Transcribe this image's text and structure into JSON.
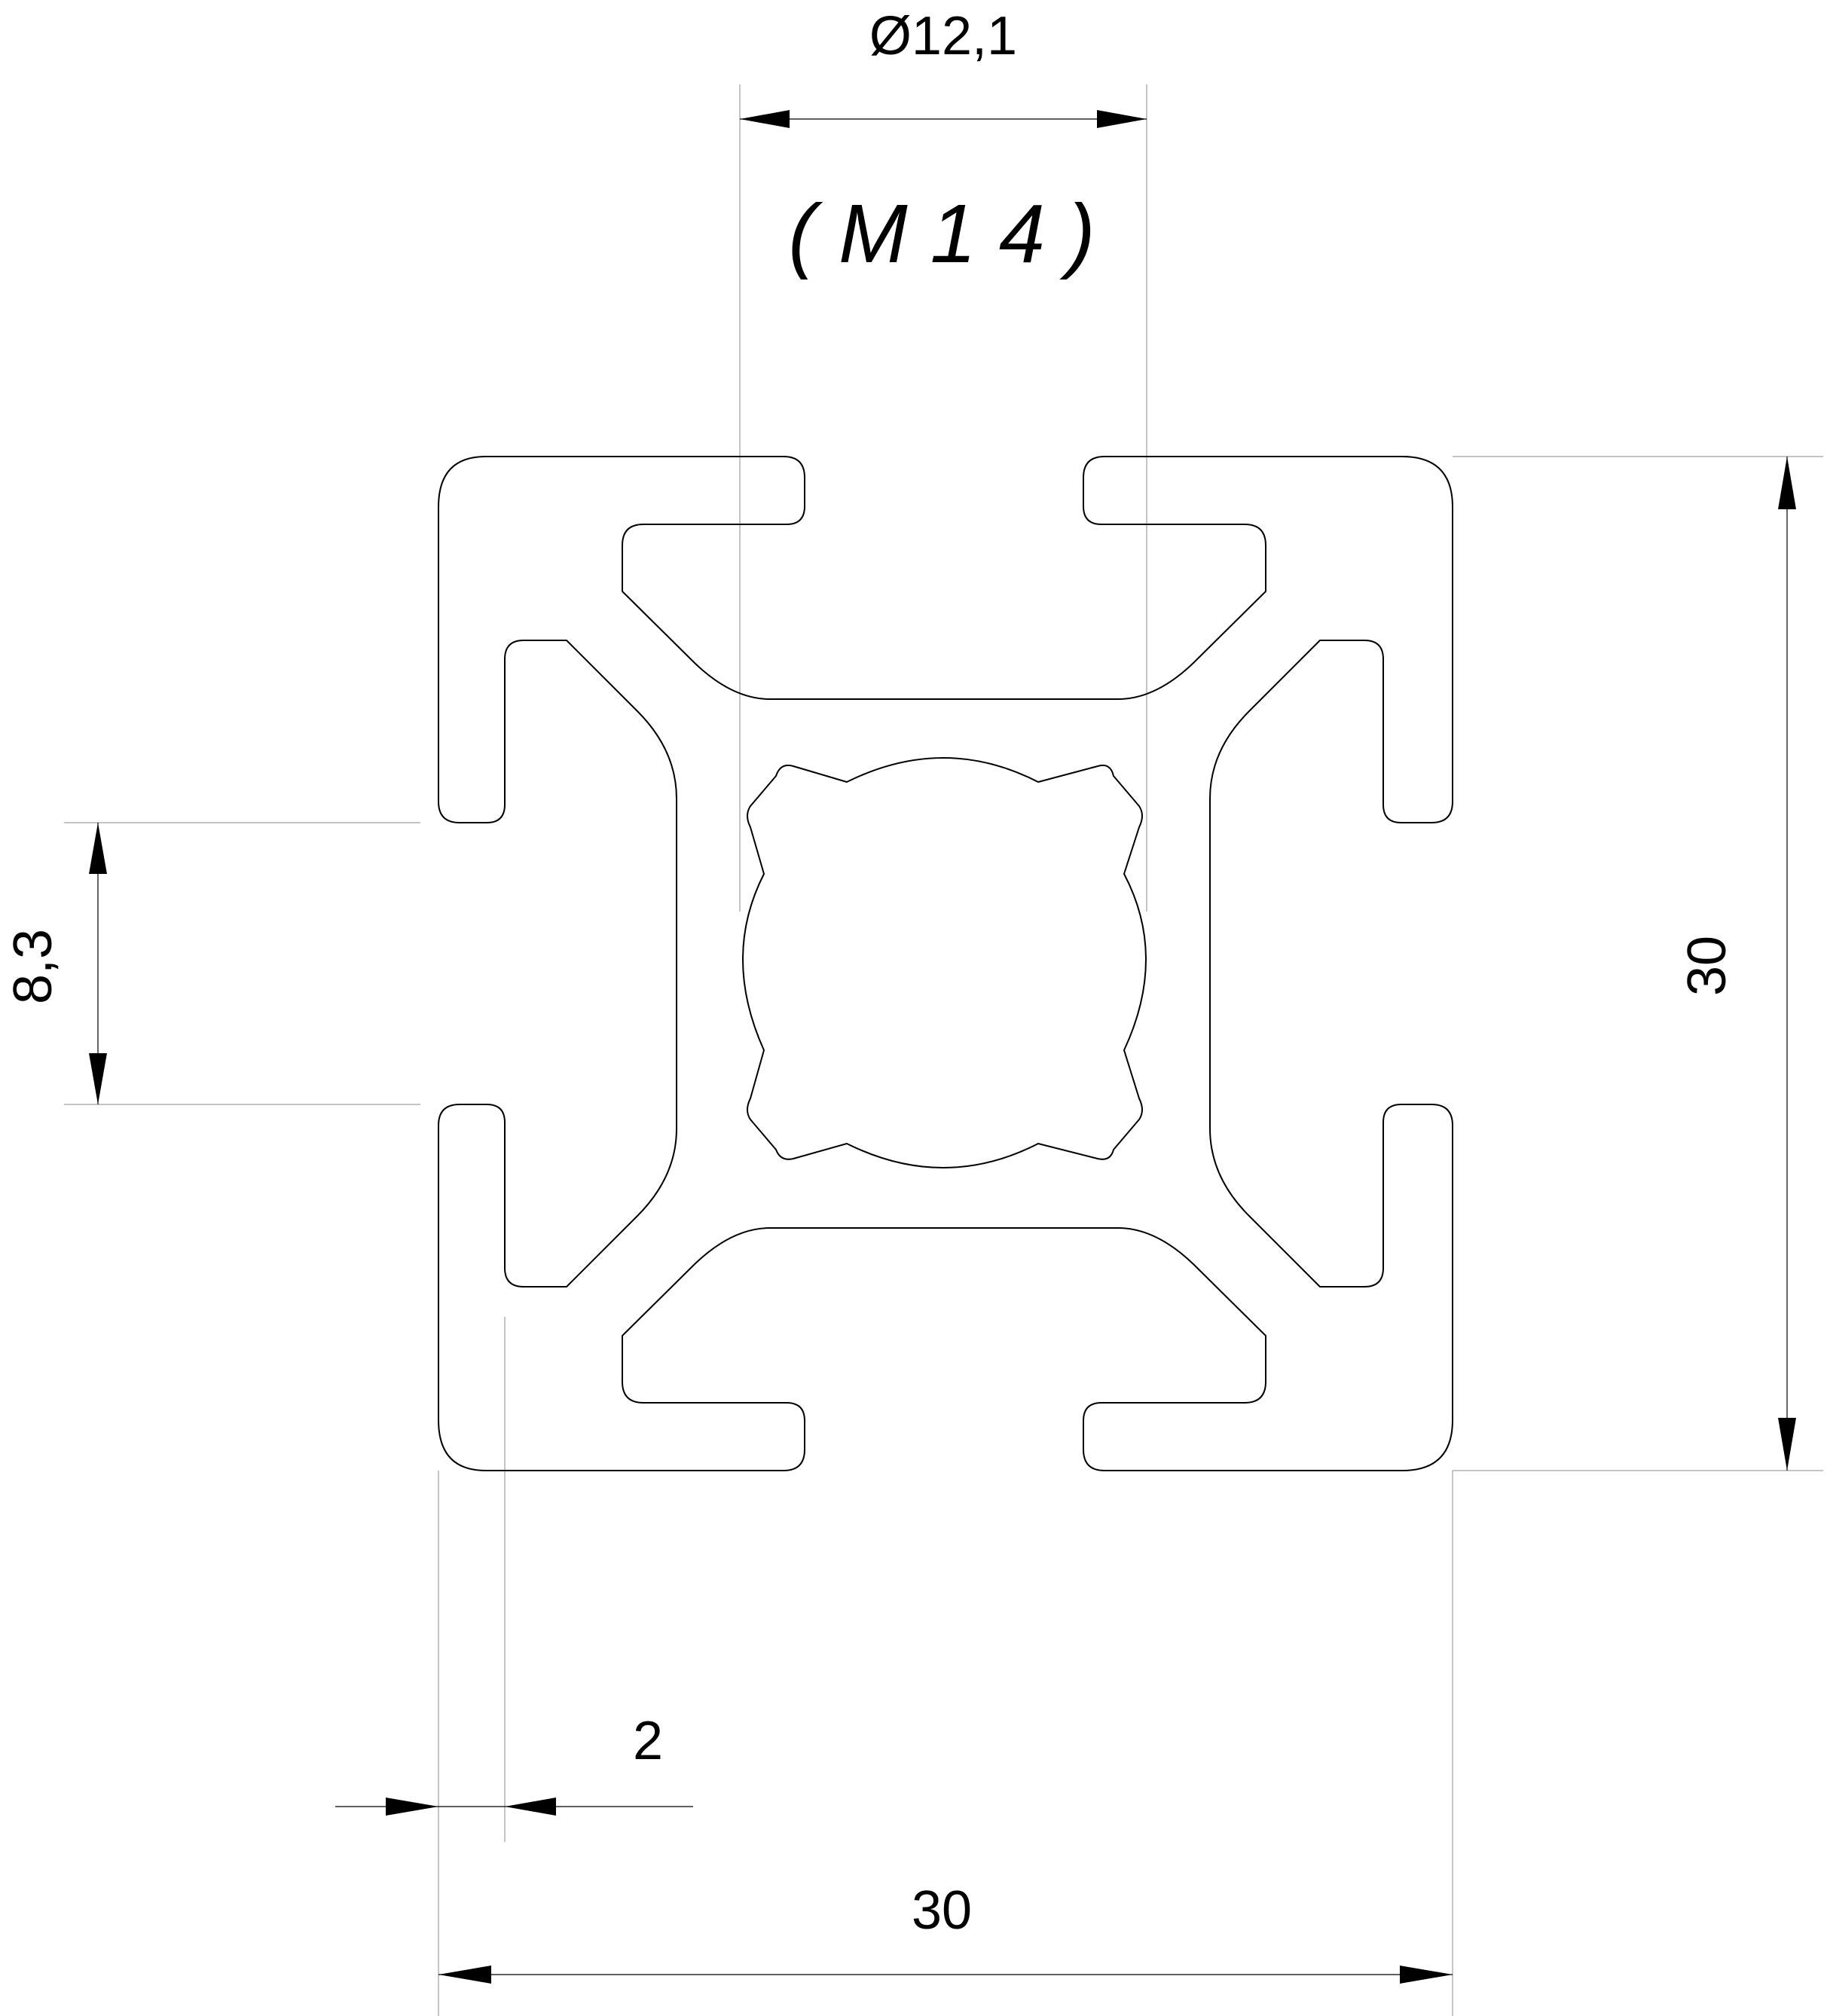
{
  "drawing": {
    "title": "(M14)",
    "dimensions": {
      "top_diameter": "Ø12,1",
      "slot_opening": "8,3",
      "height": "30",
      "width": "30",
      "wall_thickness": "2"
    },
    "colors": {
      "line": "#000000",
      "extension_line": "#8a8a8a",
      "background": "#ffffff"
    }
  }
}
